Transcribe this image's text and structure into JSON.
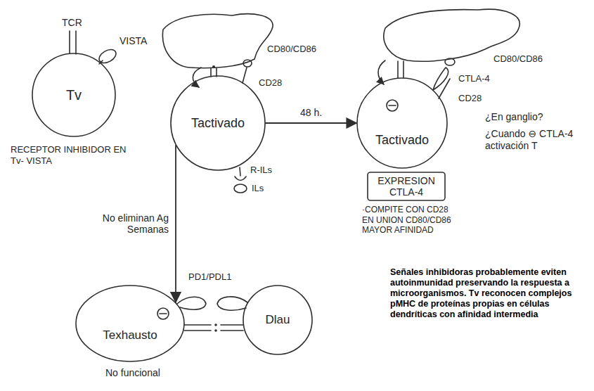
{
  "diagram": {
    "nodes": [
      {
        "text": [
          "Tv"
        ]
      },
      {
        "text": [
          "Tactivado"
        ]
      },
      {
        "text": [
          "Tactivado"
        ]
      },
      {
        "text": [
          "EXPRESION CTLA-4"
        ]
      },
      {
        "text": [
          "Texhausto"
        ]
      },
      {
        "text": [
          "Dlau"
        ]
      }
    ],
    "edges": [
      {
        "from": 1,
        "to": 2,
        "label": "48 h.",
        "arrow": "to"
      },
      {
        "from": 1,
        "to": 4,
        "label": "No eliminan Ag Semanas",
        "arrow": "to"
      }
    ],
    "labels": [
      "TCR",
      "VISTA",
      "RECEPTOR INHIBIDOR EN Tv- VISTA",
      "CD80/CD86",
      "CD28",
      "R-ILs",
      "ILs",
      "CD80/CD86",
      "CTLA-4",
      "CD28",
      "¿En ganglio?",
      "¿Cuando ⊖ CTLA-4 activación T",
      "·COMPITE CON CD28 EN UNION CD80/CD86 MAYOR AFINIDAD",
      "PD1/PDL1",
      "No funcional",
      "Señales inhibidoras probablemente eviten autoinmunidad preservando la respuesta a microorganismos. Tv reconocen complejos pMHC de proteínas propias en células dendríticas con afinidad intermedia"
    ]
  }
}
